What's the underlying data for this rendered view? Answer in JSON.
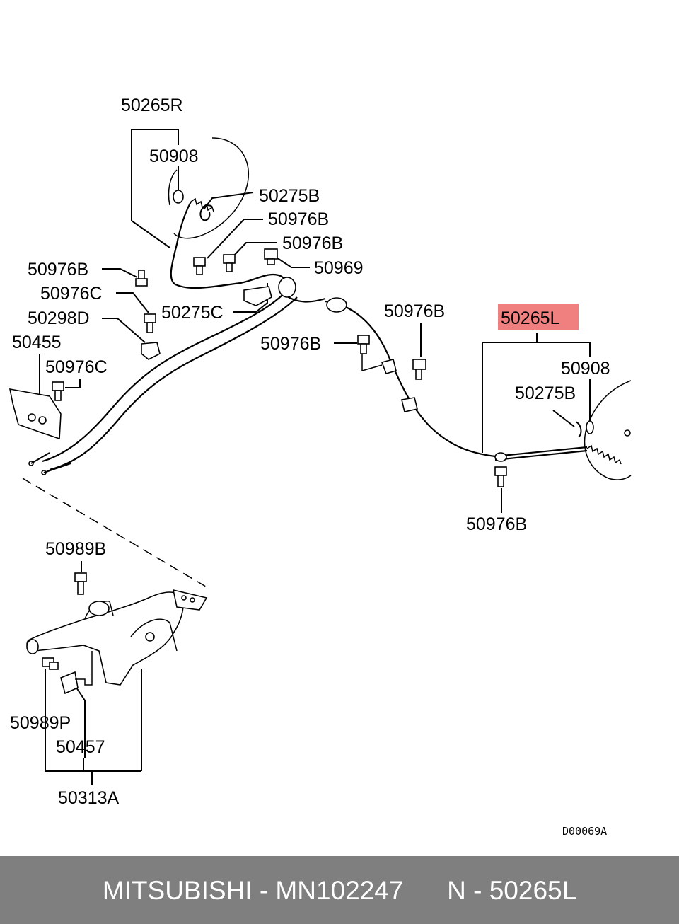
{
  "labels": {
    "l_50265R": "50265R",
    "l_50908_top": "50908",
    "l_50275B_top": "50275B",
    "l_50976B_a": "50976B",
    "l_50976B_b": "50976B",
    "l_50969": "50969",
    "l_50976B_left": "50976B",
    "l_50976C_left": "50976C",
    "l_50275C": "50275C",
    "l_50298D": "50298D",
    "l_50455": "50455",
    "l_50976C_small": "50976C",
    "l_50976B_mid": "50976B",
    "l_50976B_right": "50976B",
    "l_50265L": "50265L",
    "l_50908_right": "50908",
    "l_50275B_right": "50275B",
    "l_50976B_bottom": "50976B",
    "l_50989B": "50989B",
    "l_50989P": "50989P",
    "l_50457": "50457",
    "l_50313A": "50313A"
  },
  "diagram_code": "D00069A",
  "highlight_color": "#f08080",
  "footer": {
    "text": "MITSUBISHI - MN102247      N - 50265L",
    "background": "#7f7f7f"
  }
}
